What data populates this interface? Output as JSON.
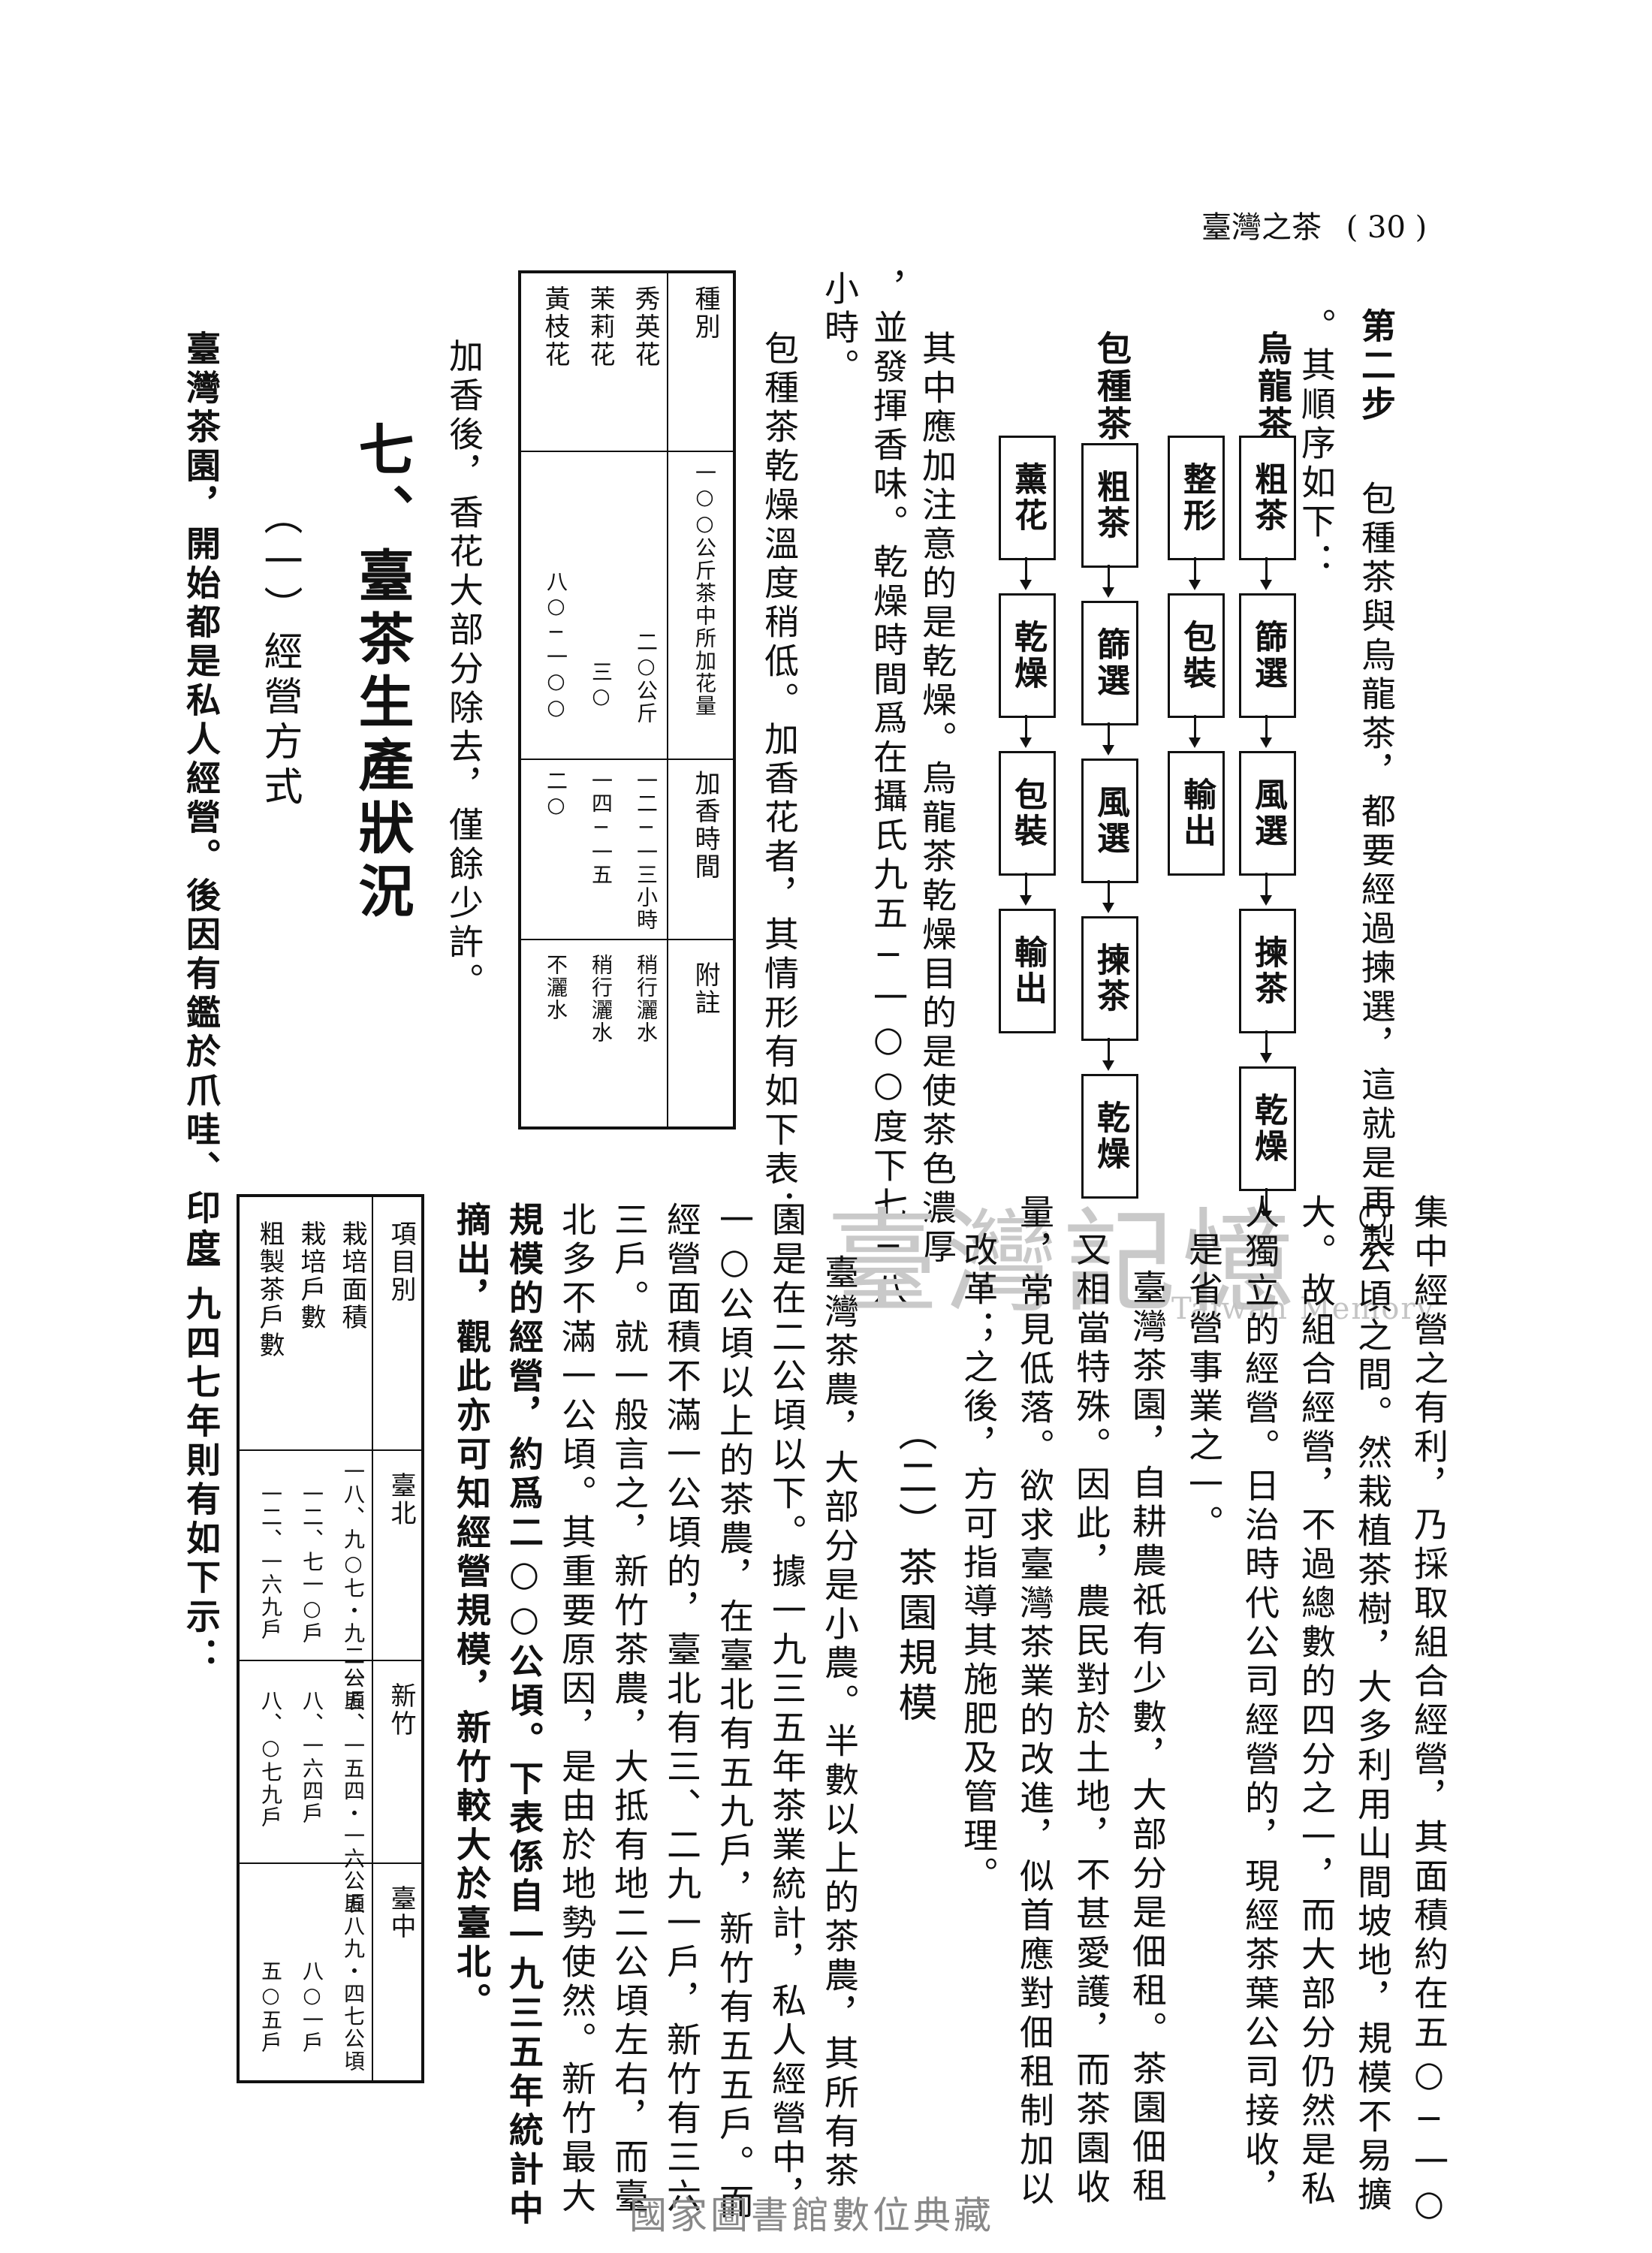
{
  "header": {
    "title": "臺灣之茶",
    "page": "( 30 )"
  },
  "right_page": {
    "step2": {
      "label": "第二步",
      "text1": "包種茶與烏龍茶，都要經過揀選，這就是再製",
      "text2": "。其順序如下："
    },
    "oolong_flow": {
      "label": "烏龍茶",
      "steps": [
        "粗茶",
        "篩選",
        "風選",
        "揀茶",
        "乾燥",
        "整形",
        "包裝",
        "輸出"
      ]
    },
    "pouchong_flow": {
      "label": "包種茶",
      "steps": [
        "粗茶",
        "篩選",
        "風選",
        "揀茶",
        "乾燥",
        "薰花",
        "乾燥",
        "包裝",
        "輸出"
      ]
    },
    "para1": [
      "其中應加注意的是乾燥。烏龍茶乾燥目的是使茶色濃厚",
      "，並發揮香味。乾燥時間爲在攝氏九五─一○○度下七─八",
      "小時。"
    ],
    "para2": "包種茶乾燥溫度稍低。加香花者，其情形有如下表：",
    "flower_table": {
      "headers": [
        "種別",
        "一○○公斤茶中所加花量",
        "加香時間",
        "附註"
      ],
      "rows": [
        [
          "秀英花",
          "二○公斤",
          "一二─一三小時",
          "稍行灑水"
        ],
        [
          "茉莉花",
          "三○",
          "一四─一五",
          "稍行灑水"
        ],
        [
          "黃枝花",
          "八○─一○○",
          "二○",
          "不灑水"
        ]
      ]
    },
    "para3": "加香後，香花大部分除去，僅餘少許。",
    "section7": "七、臺茶生產狀況",
    "sub1": "（一）經營方式",
    "para4": "臺灣茶園，開始都是私人經營。後因有鑑於爪哇、印度"
  },
  "left_page": {
    "cols": [
      "集中經營之有利，乃採取組合經營，其面積約在五○─一○",
      "○公頃之間。然栽植茶樹，大多利用山間坡地，規模不易擴",
      "大。故組合經營，不過總數的四分之一，而大部分仍然是私",
      "人獨立的經營。日治時代公司經營的，現經茶葉公司接收，",
      "是省營事業之一。",
      "臺灣茶園，自耕農祇有少數，大部分是佃租。茶園佃租",
      "又相當特殊。因此，農民對於土地，不甚愛護，而茶園收",
      "量，常見低落。欲求臺灣茶業的改進，似首應對佃租制加以",
      "改革；之後，方可指導其施肥及管理。"
    ],
    "sub2": "（二）茶園規模",
    "cols2": [
      "臺灣茶農，大部分是小農。半數以上的茶農，其所有茶",
      "園是在二公頃以下。據一九三五年茶業統計，私人經營中，",
      "一○公頃以上的茶農，在臺北有五九戶，新竹有五五戶。而",
      "經營面積不滿一公頃的，臺北有三、二九一戶，新竹有三六",
      "三戶。就一般言之，新竹茶農，大抵有地二公頃左右，而臺",
      "北多不滿一公頃。其重要原因，是由於地勢使然。新竹最大",
      "規模的經營，約爲二○○公頃。下表係自一九三五年統計中",
      "摘出，觀此亦可知經營規模，新竹較大於臺北。"
    ],
    "scale_table": {
      "headers": [
        "項目別",
        "臺北",
        "新竹",
        "臺中"
      ],
      "rows": [
        [
          "栽培面積",
          "一八、九○七・九二公頃",
          "一五、一五四・一六公頃",
          "五八九・四七公頃"
        ],
        [
          "栽培戶數",
          "一二、七一○戶",
          "八、一六四戶",
          "八○一戶"
        ],
        [
          "粗製茶戶數",
          "一二、一六九戶",
          "八、○七九戶",
          "五○五戶"
        ]
      ]
    },
    "last": "一九四七年則有如下示："
  },
  "watermark": {
    "main": "臺灣記憶",
    "sub": "Taiwan Memory"
  },
  "footer": "國家圖書館數位典藏"
}
